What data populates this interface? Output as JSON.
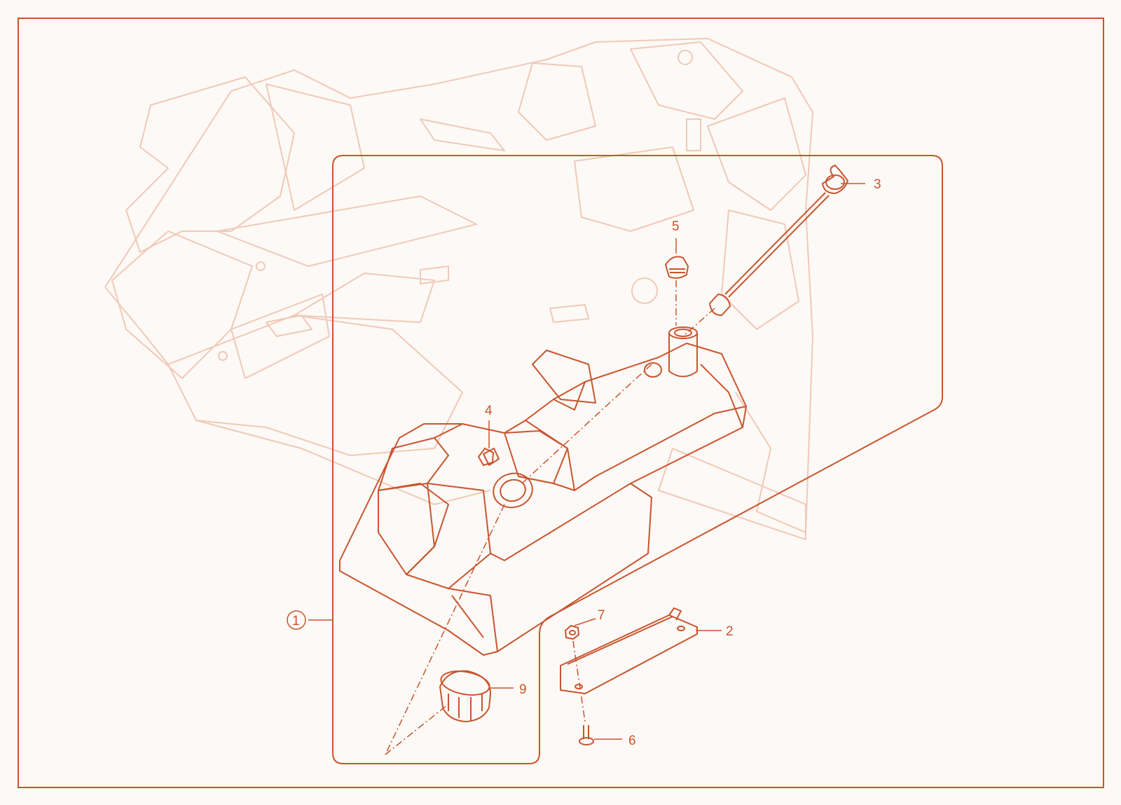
{
  "diagram": {
    "accent_color": "#c8552e",
    "faint_color": "#f0c9b8",
    "background_color": "#fdf9f6",
    "callouts": [
      {
        "id": "1",
        "label": "1",
        "style": "circled"
      },
      {
        "id": "2",
        "label": "2"
      },
      {
        "id": "3",
        "label": "3"
      },
      {
        "id": "4",
        "label": "4"
      },
      {
        "id": "5",
        "label": "5"
      },
      {
        "id": "6",
        "label": "6"
      },
      {
        "id": "7",
        "label": "7"
      },
      {
        "id": "9",
        "label": "9"
      }
    ]
  }
}
